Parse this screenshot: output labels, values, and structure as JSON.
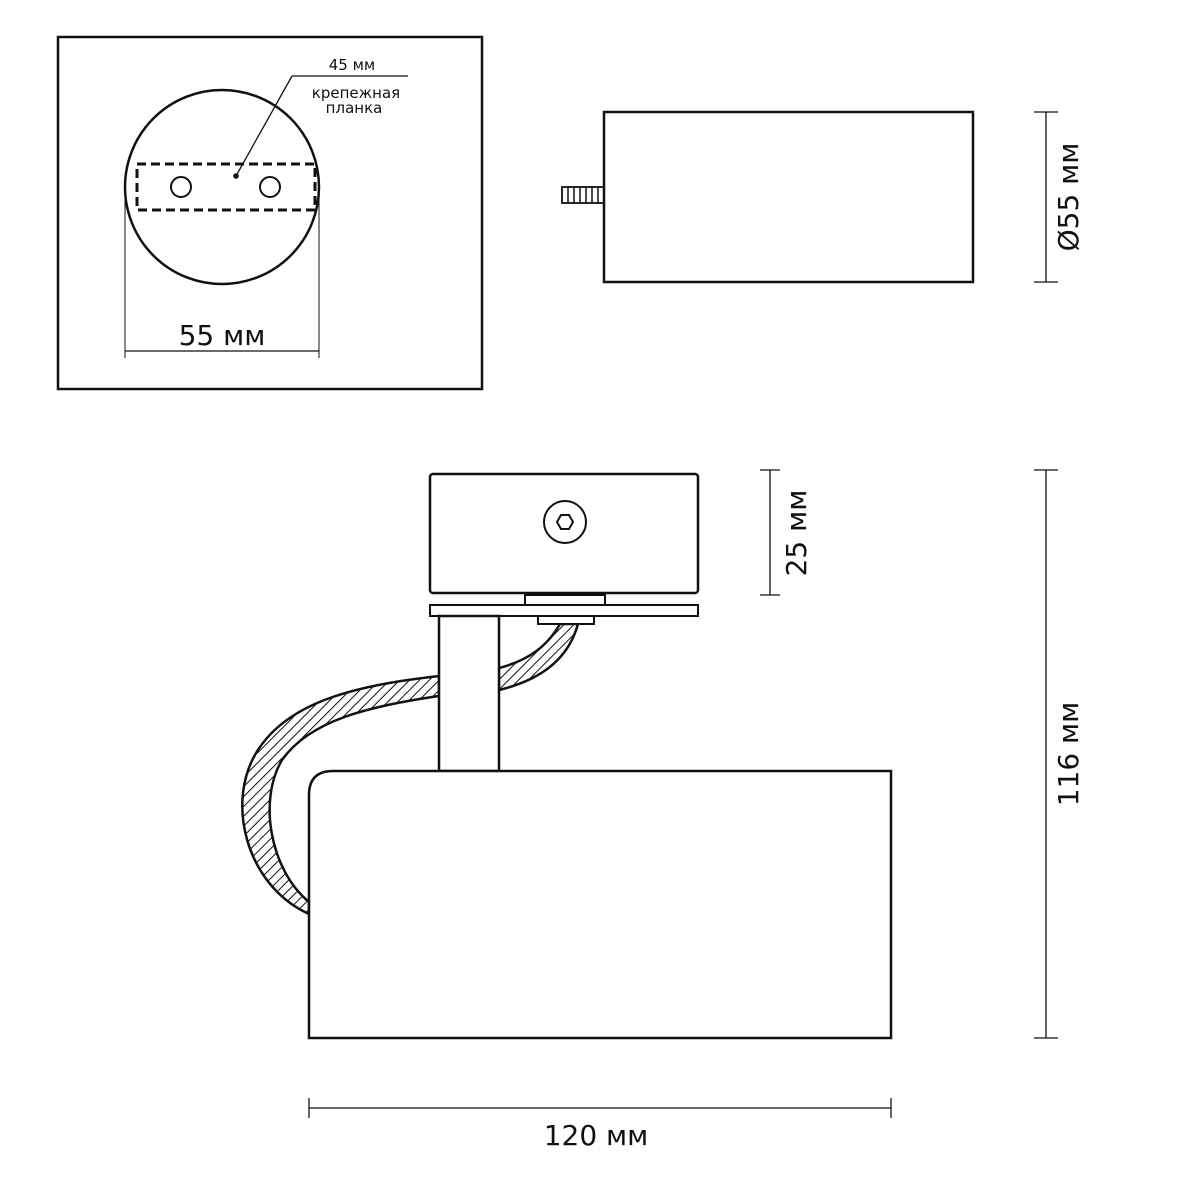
{
  "labels": {
    "plate_width": "45 мм",
    "plate_name_line1": "крепежная",
    "plate_name_line2": "планка",
    "base_diameter_width": "55 мм",
    "side_diameter": "Ø55 мм",
    "mount_height": "25 мм",
    "total_height": "116 мм",
    "total_length": "120 мм"
  },
  "colors": {
    "line": "#111111",
    "background": "#ffffff"
  }
}
